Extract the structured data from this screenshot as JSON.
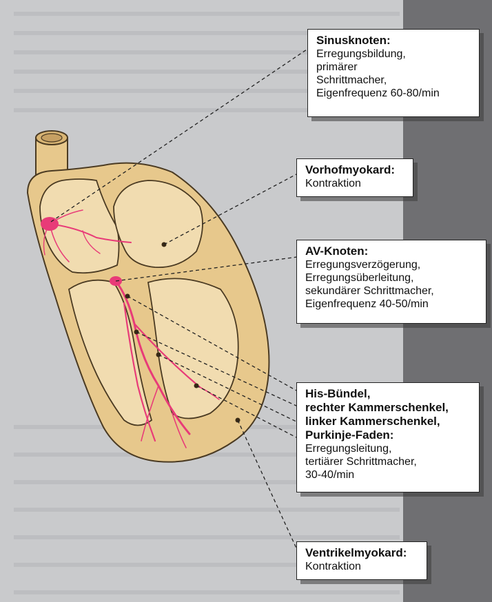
{
  "colors": {
    "page_background": "#c9cacc",
    "right_band": "#6f6f72",
    "heart_wall": "#e7c88c",
    "heart_outline": "#4a3a22",
    "conduction": "#e83b78",
    "label_border": "#222222"
  },
  "labels": {
    "sinus": {
      "title": "Sinusknoten:",
      "lines": [
        "Erregungsbildung,",
        "primärer",
        "Schrittmacher,",
        "Eigenfrequenz 60-80/min"
      ]
    },
    "vorhof": {
      "title": "Vorhofmyokard:",
      "lines": [
        "Kontraktion"
      ]
    },
    "av": {
      "title": "AV-Knoten:",
      "lines": [
        "Erregungsverzögerung,",
        "Erregungsüberleitung,",
        "sekundärer Schrittmacher,",
        "Eigenfrequenz 40-50/min"
      ]
    },
    "his": {
      "titles": [
        "His-Bündel,",
        "rechter Kammerschenkel,",
        "linker Kammerschenkel,",
        "Purkinje-Faden:"
      ],
      "lines": [
        "Erregungsleitung,",
        "tertiärer Schrittmacher,",
        "30-40/min"
      ]
    },
    "ventrikel": {
      "title": "Ventrikelmyokard:",
      "lines": [
        "Kontraktion"
      ]
    }
  }
}
